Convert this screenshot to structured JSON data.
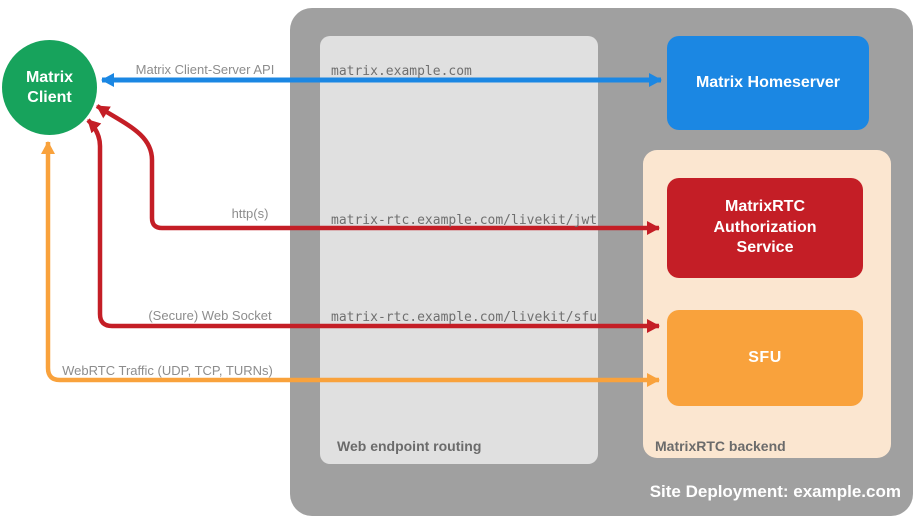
{
  "site": {
    "caption": "Site Deployment: example.com",
    "routing_caption": "Web endpoint routing",
    "backend_caption": "MatrixRTC backend"
  },
  "nodes": {
    "client": {
      "line1": "Matrix",
      "line2": "Client",
      "color": "#17a35c"
    },
    "homeserver": {
      "label": "Matrix Homeserver",
      "color": "#1b87e3"
    },
    "auth": {
      "label": "MatrixRTC Authorization Service",
      "color": "#c41e26"
    },
    "sfu": {
      "label": "SFU",
      "color": "#f9a23c"
    }
  },
  "endpoints": {
    "homeserver": "matrix.example.com",
    "jwt": "matrix-rtc.example.com/livekit/jwt",
    "sfu": "matrix-rtc.example.com/livekit/sfu"
  },
  "links": {
    "cs_api": {
      "label": "Matrix Client-Server API",
      "color": "#1b87e3"
    },
    "https": {
      "label": "http(s)",
      "color": "#c41e26"
    },
    "websocket": {
      "label": "(Secure) Web Socket",
      "color": "#c41e26"
    },
    "webrtc": {
      "label": "WebRTC Traffic (UDP, TCP, TURNs)",
      "color": "#f9a23c"
    }
  },
  "panel_colors": {
    "site_deployment": "#a0a0a0",
    "web_endpoint_routing": "#e0e0e0",
    "matrixrtc_backend": "#fbe6d0"
  }
}
